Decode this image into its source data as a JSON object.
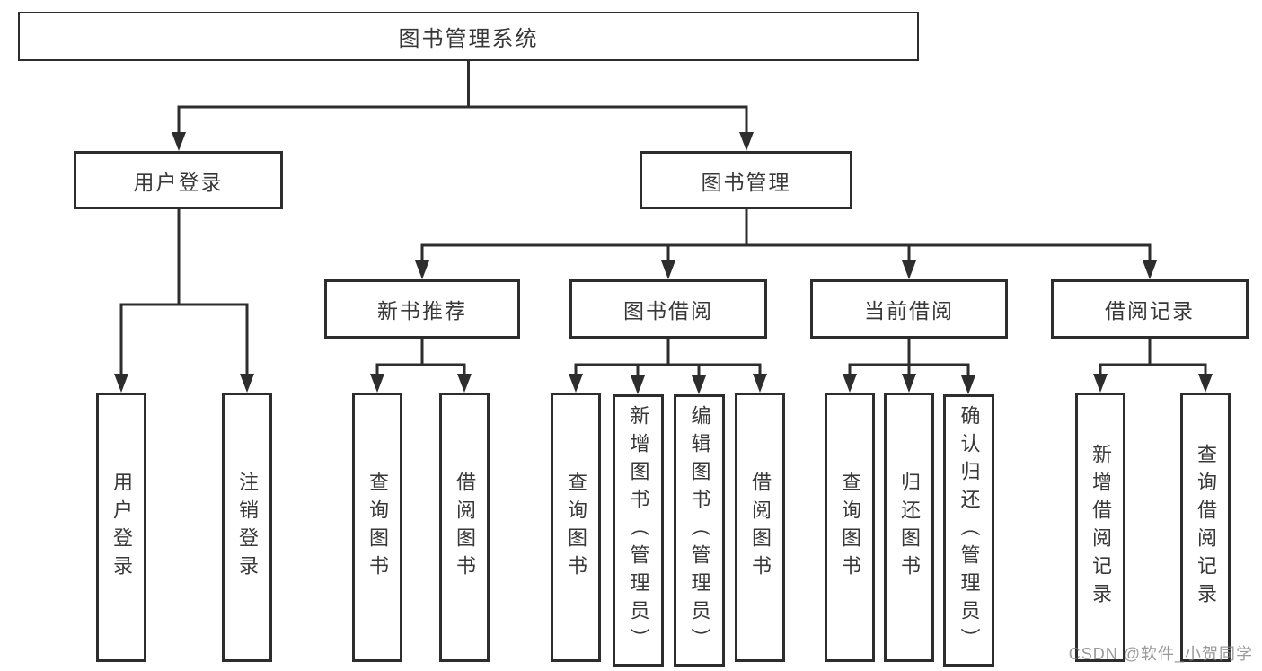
{
  "tree": {
    "root": {
      "label": "图书管理系统"
    },
    "branches": [
      {
        "label": "用户登录",
        "children": [
          {
            "label": "用户登录"
          },
          {
            "label": "注销登录"
          }
        ]
      },
      {
        "label": "图书管理",
        "children": [
          {
            "label": "新书推荐",
            "children": [
              {
                "label": "查询图书"
              },
              {
                "label": "借阅图书"
              }
            ]
          },
          {
            "label": "图书借阅",
            "children": [
              {
                "label": "查询图书"
              },
              {
                "label": "新增图书（管理员）"
              },
              {
                "label": "编辑图书（管理员）"
              },
              {
                "label": "借阅图书"
              }
            ]
          },
          {
            "label": "当前借阅",
            "children": [
              {
                "label": "查询图书"
              },
              {
                "label": "归还图书"
              },
              {
                "label": "确认归还（管理员）"
              }
            ]
          },
          {
            "label": "借阅记录",
            "children": [
              {
                "label": "新增借阅记录"
              },
              {
                "label": "查询借阅记录"
              }
            ]
          }
        ]
      }
    ]
  },
  "watermark": {
    "text": "CSDN @软件_小贺同学"
  },
  "colors": {
    "line": "#2d2d2d",
    "box_border": "#2d2d2d",
    "text": "#383838",
    "watermark": "#828282",
    "background": "#ffffff"
  }
}
